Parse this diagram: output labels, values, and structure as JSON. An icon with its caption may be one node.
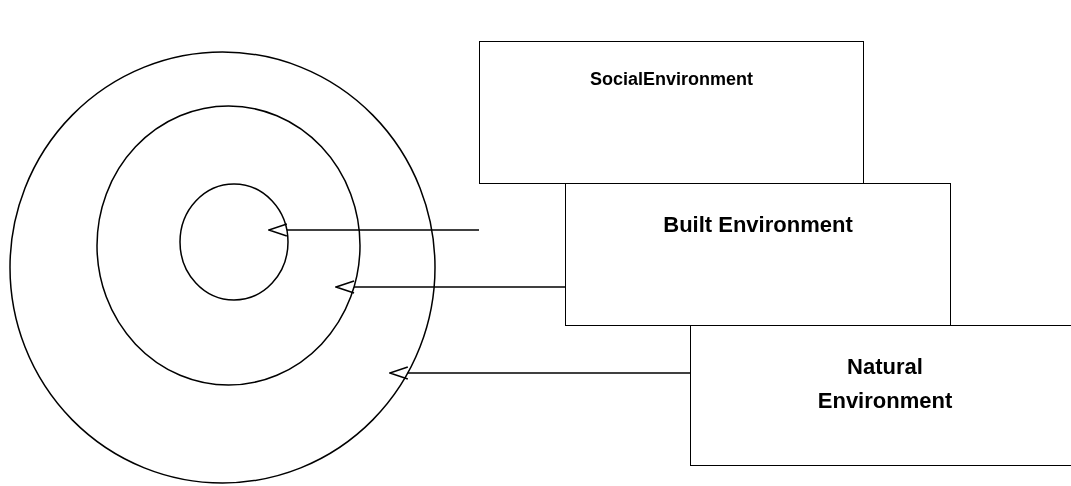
{
  "diagram": {
    "nodes": [
      {
        "text": [],
        "shape": "circle"
      },
      {
        "text": [],
        "shape": "circle",
        "in": 0
      },
      {
        "text": [],
        "shape": "circle",
        "in": 1
      },
      {
        "text": [
          "SocialEnvironment"
        ]
      },
      {
        "text": [
          "Built Environment"
        ]
      },
      {
        "text": [
          "Natural Environment"
        ]
      }
    ],
    "edges": [
      {
        "from": 3,
        "to": 2,
        "arrow": "to"
      },
      {
        "from": 4,
        "to": 1,
        "arrow": "to"
      },
      {
        "from": 5,
        "to": 0,
        "arrow": "to"
      }
    ]
  }
}
